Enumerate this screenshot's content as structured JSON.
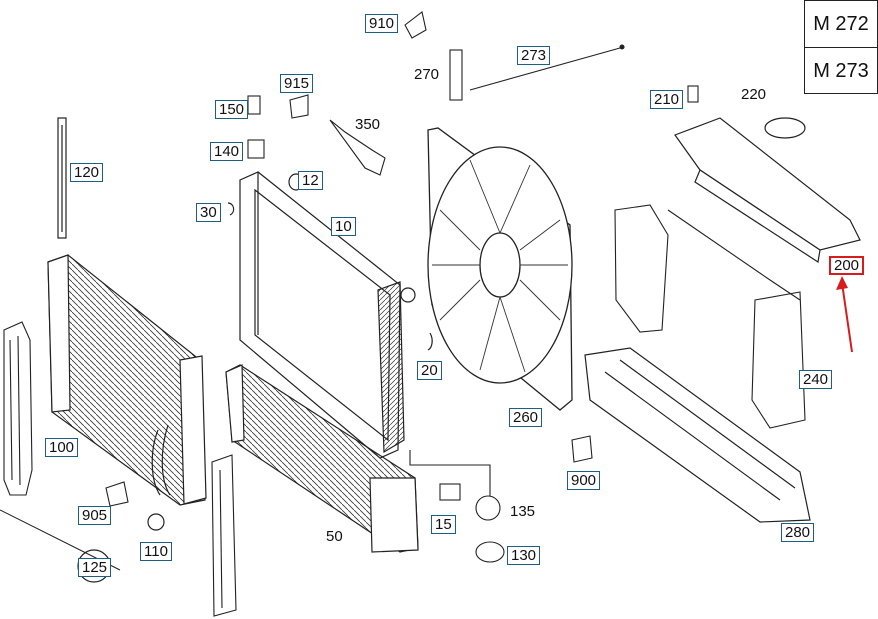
{
  "engine_codes": [
    "M 272",
    "M 273"
  ],
  "highlight_color": "#d61c1c",
  "frame_color": "#1b5f86",
  "callouts": {
    "p910": "910",
    "p273": "273",
    "p270": "270",
    "p915": "915",
    "p350": "350",
    "p150": "150",
    "p140": "140",
    "p210": "210",
    "p220": "220",
    "p120": "120",
    "p12": "12",
    "p30": "30",
    "p10": "10",
    "p200": "200",
    "p20": "20",
    "p240": "240",
    "p260": "260",
    "p100": "100",
    "p900": "900",
    "p905": "905",
    "p15": "15",
    "p135": "135",
    "p110": "110",
    "p50": "50",
    "p130": "130",
    "p280": "280",
    "p125": "125"
  }
}
